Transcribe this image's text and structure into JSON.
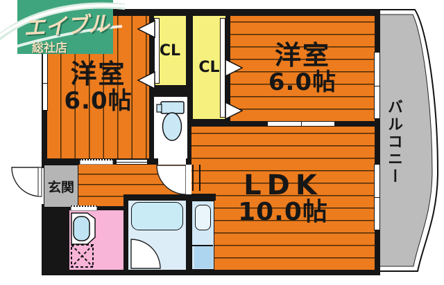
{
  "logo": {
    "brand": "エイブル",
    "branch": "総社店"
  },
  "floorplan": {
    "bedroom_left": {
      "name": "洋室",
      "size": "6.0帖"
    },
    "bedroom_right": {
      "name": "洋室",
      "size": "6.0帖"
    },
    "ldk": {
      "name": "LDK",
      "size": "10.0帖"
    },
    "closet_left": {
      "label": "CL"
    },
    "closet_right": {
      "label": "CL"
    },
    "entrance": {
      "label": "玄関"
    },
    "balcony": {
      "label": "バルコニー"
    }
  },
  "colors": {
    "floor_orange": "#ED7C1E",
    "plank_line": "#4a2a08",
    "wall_black": "#161616",
    "closet_yellow": "#F6F07E",
    "balcony_gray": "#BCBCBC",
    "entrance_gray": "#B5B5B5",
    "washroom_pink": "#F8B5D8",
    "bath_blue": "#DDEDF8",
    "fixture_blue": "#C9E7F4",
    "logo_green": "#3FA57E",
    "logo_cream": "#F3DEBC"
  }
}
